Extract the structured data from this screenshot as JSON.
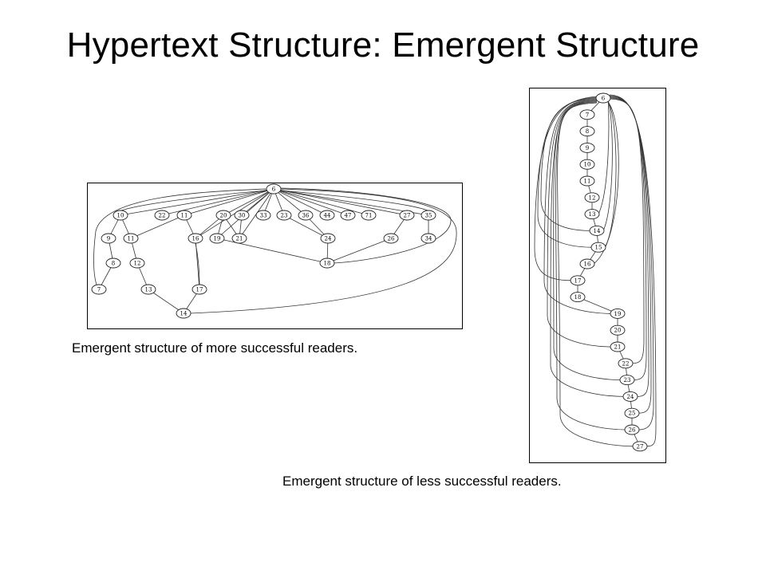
{
  "title": "Hypertext Structure: Emergent Structure",
  "figures": {
    "more_successful": {
      "caption": "Emergent structure of more successful readers.",
      "root": "6",
      "nodes": [
        "6",
        "10",
        "22",
        "11",
        "20",
        "30",
        "33",
        "23",
        "36",
        "44",
        "47",
        "71",
        "27",
        "35",
        "9",
        "11",
        "16",
        "19",
        "21",
        "24",
        "26",
        "34",
        "8",
        "12",
        "18",
        "7",
        "13",
        "17",
        "14"
      ]
    },
    "less_successful": {
      "caption": "Emergent structure of less successful readers.",
      "root": "6",
      "nodes": [
        "6",
        "7",
        "8",
        "9",
        "10",
        "11",
        "12",
        "13",
        "14",
        "15",
        "16",
        "17",
        "18",
        "19",
        "20",
        "21",
        "22",
        "23",
        "24",
        "25",
        "26",
        "27"
      ]
    }
  }
}
